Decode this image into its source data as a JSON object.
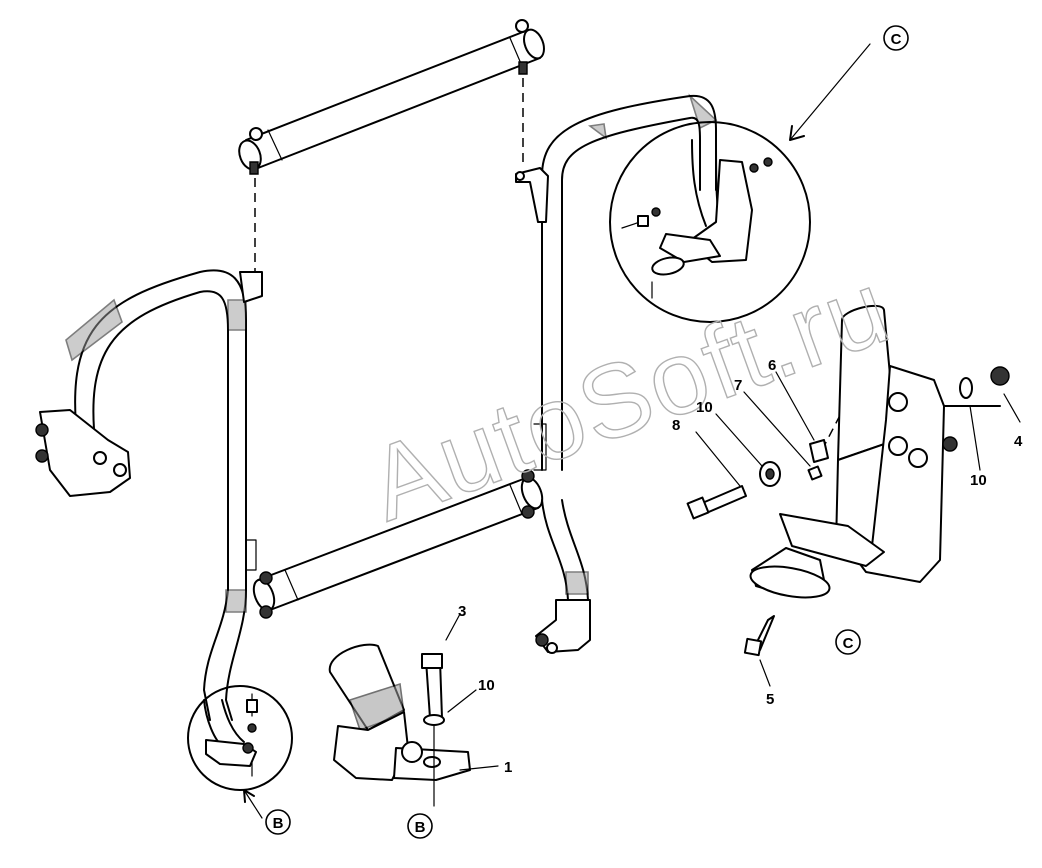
{
  "watermark": "AutoSoft.ru",
  "detail_labels": {
    "b": "B",
    "c": "C"
  },
  "part_numbers": {
    "p1": "1",
    "p3": "3",
    "p4": "4",
    "p5": "5",
    "p6": "6",
    "p7": "7",
    "p8": "8",
    "p10": "10"
  },
  "colors": {
    "line": "#000000",
    "tube_shade": "#9a9a9a",
    "watermark": "#b0b0b0"
  }
}
